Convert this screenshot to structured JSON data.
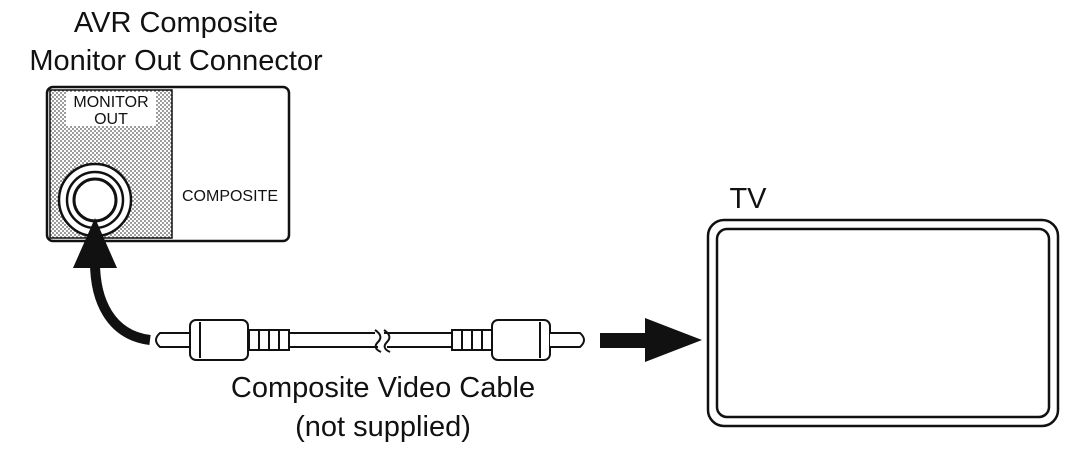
{
  "avr": {
    "title_line1": "AVR Composite",
    "title_line2": "Monitor Out Connector",
    "panel_label_line1": "MONITOR",
    "panel_label_line2": "OUT",
    "jack_label": "COMPOSITE"
  },
  "cable": {
    "label_line1": "Composite Video Cable",
    "label_line2": "(not supplied)"
  },
  "tv": {
    "label": "TV"
  },
  "colors": {
    "ink": "#111111",
    "stipple": "#bdbdbd",
    "background": "#ffffff"
  }
}
